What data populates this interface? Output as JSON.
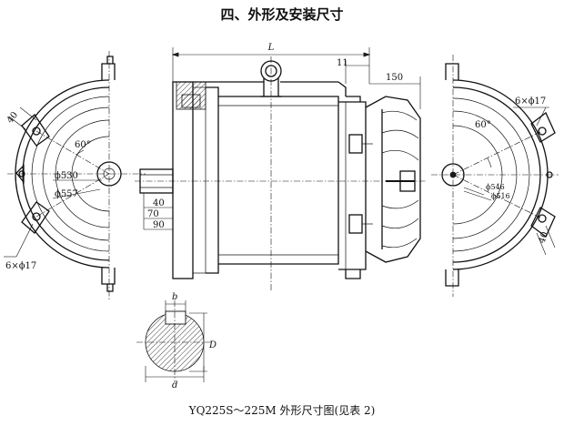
{
  "heading": "四、外形及安装尺寸",
  "caption": "YQ225S～225M 外形尺寸图(见表 2)",
  "dims": {
    "L": "L",
    "d11": "11",
    "d150": "150",
    "d40_left": "40",
    "d40_right": "40",
    "angle_left": "60°",
    "angle_right": "60°",
    "phi530": "ϕ530",
    "phi557": "ϕ557",
    "phi546": "ϕ546",
    "phi516": "ϕ516",
    "holes_left": "6×ϕ17",
    "holes_right": "6×ϕ17",
    "d40_mid": "40",
    "d70": "70",
    "d90": "90",
    "b": "b",
    "D": "D",
    "d": "d"
  }
}
